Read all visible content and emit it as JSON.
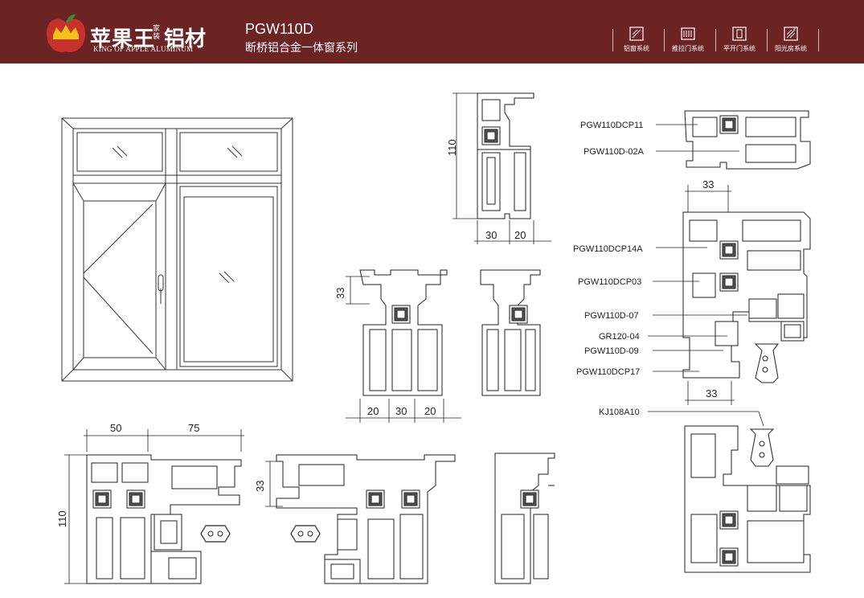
{
  "header": {
    "brand_cn": "苹果王",
    "brand_small": "家装",
    "brand_cn2": "铝材",
    "brand_en": "KING OF APPLE ALUMINUM",
    "model": "PGW110D",
    "series_name": "断桥铝合金一体窗系列",
    "nav": [
      {
        "label": "铝窗系统",
        "icon": "aluminum-window-icon"
      },
      {
        "label": "推拉门系统",
        "icon": "sliding-door-icon"
      },
      {
        "label": "平开门系统",
        "icon": "casement-door-icon"
      },
      {
        "label": "阳光房系统",
        "icon": "sunroom-icon"
      }
    ]
  },
  "dims": {
    "d110_top": "110",
    "d30_top": "30",
    "d20_top": "20",
    "d33_mid": "33",
    "d20a": "20",
    "d30b": "30",
    "d20b": "20",
    "d50": "50",
    "d75": "75",
    "d110_bot": "110",
    "d33_bot": "33",
    "d33_r1": "33",
    "d33_r2": "33"
  },
  "parts": [
    "PGW110DCP11",
    "PGW110D-02A",
    "PGW110DCP14A",
    "PGW110DCP03",
    "PGW110D-07",
    "GR120-04",
    "PGW110D-09",
    "PGW110DCP17",
    "KJ108A10"
  ]
}
